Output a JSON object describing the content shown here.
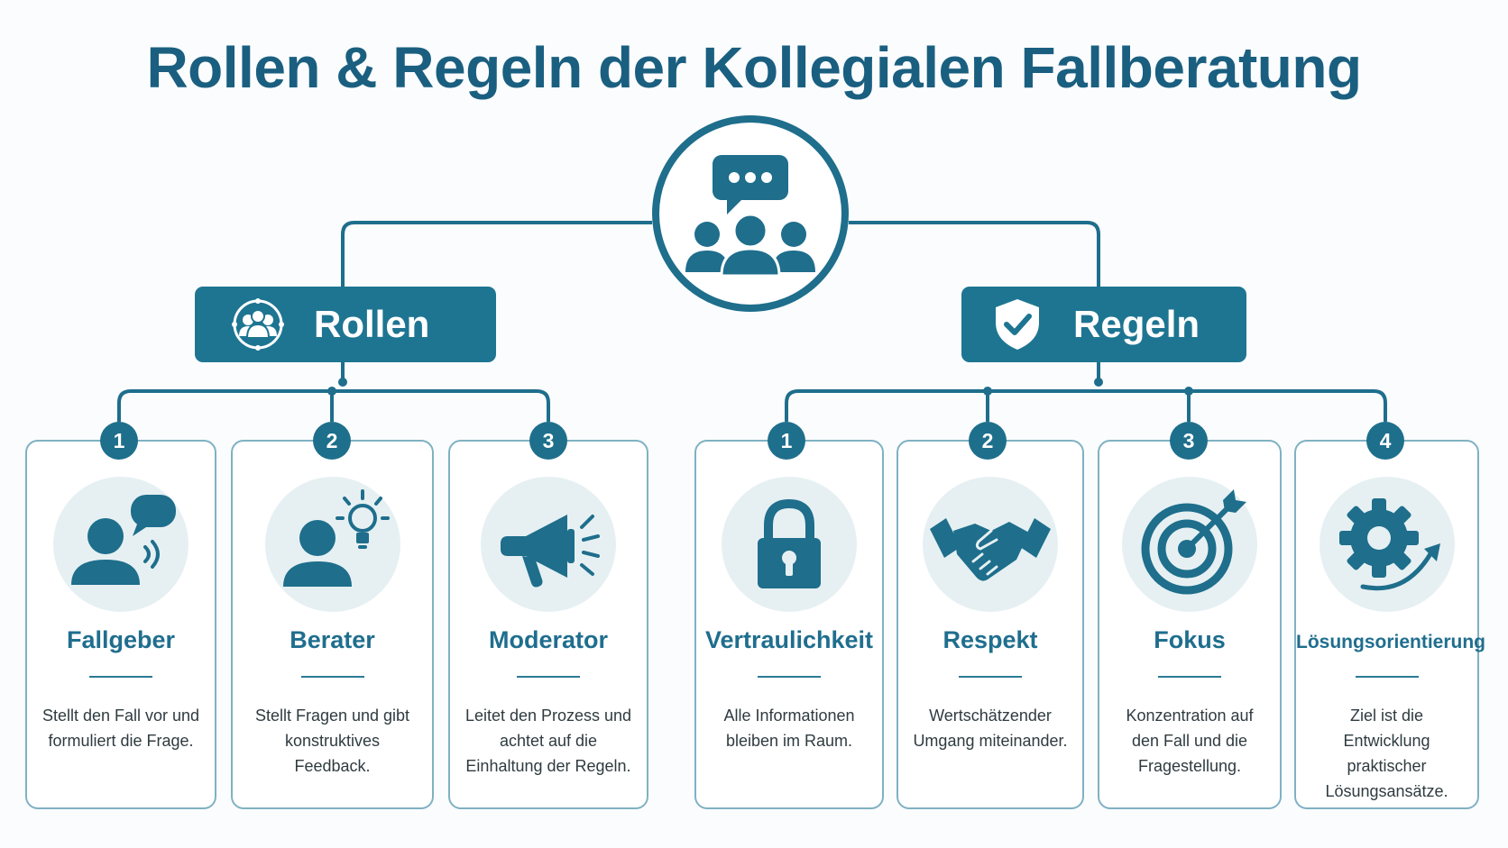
{
  "title": "Rollen & Regeln der Kollegialen Fallberatung",
  "colors": {
    "primary": "#1e7592",
    "title": "#1a5f80",
    "icon_bg": "#e6f0f2",
    "card_border": "#7fb1c3"
  },
  "hub": {
    "icon": "group-discussion-icon"
  },
  "sections": {
    "rollen": {
      "label": "Rollen",
      "icon": "team-circle-icon",
      "items": [
        {
          "number": "1",
          "title": "Fallgeber",
          "description": "Stellt den Fall vor und formuliert die Frage.",
          "icon": "speaking-person-icon"
        },
        {
          "number": "2",
          "title": "Berater",
          "description": "Stellt Fragen und gibt konstruktives Feedback.",
          "icon": "person-lightbulb-icon"
        },
        {
          "number": "3",
          "title": "Moderator",
          "description": "Leitet den Prozess und achtet auf die Einhaltung der Regeln.",
          "icon": "megaphone-icon"
        }
      ]
    },
    "regeln": {
      "label": "Regeln",
      "icon": "shield-check-icon",
      "items": [
        {
          "number": "1",
          "title": "Vertraulichkeit",
          "description": "Alle Informationen bleiben im Raum.",
          "icon": "padlock-icon"
        },
        {
          "number": "2",
          "title": "Respekt",
          "description": "Wertschätzender Umgang miteinander.",
          "icon": "handshake-icon"
        },
        {
          "number": "3",
          "title": "Fokus",
          "description": "Konzentration auf den Fall und die Fragestellung.",
          "icon": "target-icon"
        },
        {
          "number": "4",
          "title": "Lösungsorientierung",
          "description": "Ziel ist die Entwicklung praktischer Lösungsansätze.",
          "icon": "gear-arrow-icon"
        }
      ]
    }
  }
}
